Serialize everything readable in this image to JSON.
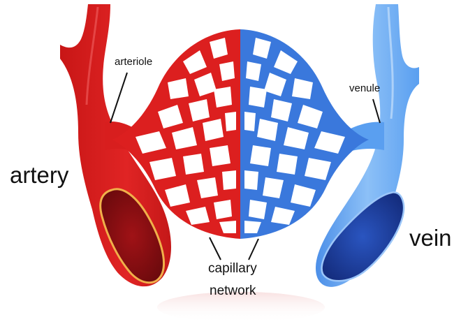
{
  "labels": {
    "artery": "artery",
    "arteriole": "arteriole",
    "venule": "venule",
    "vein": "vein",
    "capillary_line1": "capillary",
    "capillary_line2": "network"
  },
  "colors": {
    "artery": "#d81e1e",
    "artery_dark": "#b51616",
    "artery_lumen": "#8e0f12",
    "artery_rim": "#f0b04a",
    "vein": "#5a9ff0",
    "vein_light": "#8cc0f7",
    "vein_lumen": "#1d3f9e",
    "capillary_red": "#dc1f1f",
    "capillary_blue": "#3a78dc"
  }
}
